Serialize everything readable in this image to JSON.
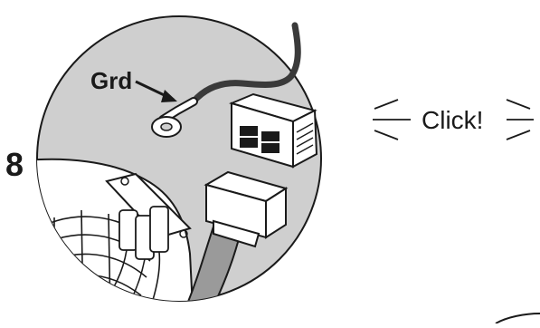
{
  "step": {
    "number": "8"
  },
  "labels": {
    "ground": "Grd",
    "click": "Click!"
  },
  "colors": {
    "circle_fill": "#cfcfcf",
    "outline": "#1a1a1a",
    "wire": "#3a3a3a",
    "connector_fill": "#ffffff",
    "cable_fill": "#9a9a9a"
  },
  "icons": {
    "arrow": "arrow-icon",
    "click_marks": "motion-lines-icon"
  }
}
